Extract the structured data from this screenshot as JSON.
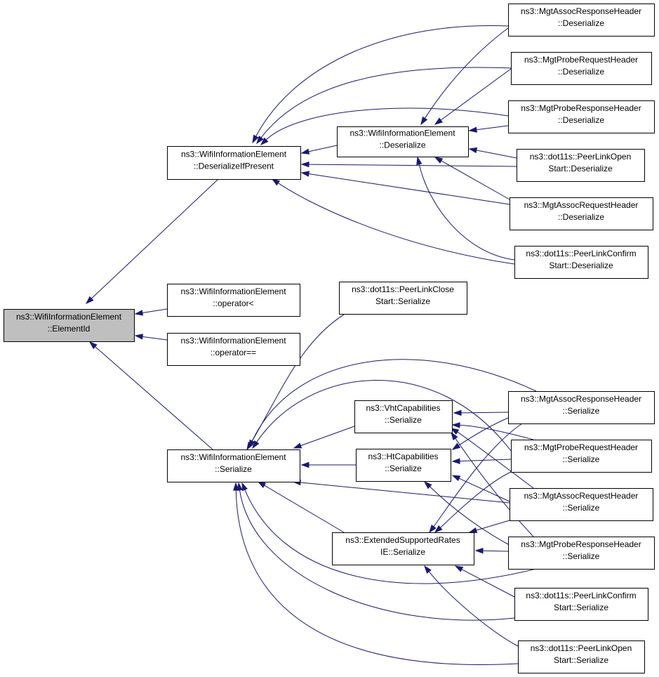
{
  "diagram": {
    "title": "",
    "colors": {
      "edge": "#191970",
      "root_fill": "#bfbfbf",
      "node_fill": "#ffffff",
      "node_border": "#000000"
    },
    "nodes": [
      {
        "id": "root",
        "lines": [
          "ns3::WifiInformationElement",
          "::ElementId"
        ]
      },
      {
        "id": "dip",
        "lines": [
          "ns3::WifiInformationElement",
          "::DeserializeIfPresent"
        ]
      },
      {
        "id": "ltop",
        "lines": [
          "ns3::WifiInformationElement",
          "::operator<"
        ]
      },
      {
        "id": "eqop",
        "lines": [
          "ns3::WifiInformationElement",
          "::operator=="
        ]
      },
      {
        "id": "ser",
        "lines": [
          "ns3::WifiInformationElement",
          "::Serialize"
        ]
      },
      {
        "id": "des",
        "lines": [
          "ns3::WifiInformationElement",
          "::Deserialize"
        ]
      },
      {
        "id": "mar_d",
        "lines": [
          "ns3::MgtAssocResponseHeader",
          "::Deserialize"
        ]
      },
      {
        "id": "mpq_d",
        "lines": [
          "ns3::MgtProbeRequestHeader",
          "::Deserialize"
        ]
      },
      {
        "id": "mpr_d",
        "lines": [
          "ns3::MgtProbeResponseHeader",
          "::Deserialize"
        ]
      },
      {
        "id": "plo_d",
        "lines": [
          "ns3::dot11s::PeerLinkOpen",
          "Start::Deserialize"
        ]
      },
      {
        "id": "maq_d",
        "lines": [
          "ns3::MgtAssocRequestHeader",
          "::Deserialize"
        ]
      },
      {
        "id": "plc_d",
        "lines": [
          "ns3::dot11s::PeerLinkConfirm",
          "Start::Deserialize"
        ]
      },
      {
        "id": "plcl_s",
        "lines": [
          "ns3::dot11s::PeerLinkClose",
          "Start::Serialize"
        ]
      },
      {
        "id": "vht",
        "lines": [
          "ns3::VhtCapabilities",
          "::Serialize"
        ]
      },
      {
        "id": "ht",
        "lines": [
          "ns3::HtCapabilities",
          "::Serialize"
        ]
      },
      {
        "id": "esr",
        "lines": [
          "ns3::ExtendedSupportedRates",
          "IE::Serialize"
        ]
      },
      {
        "id": "mar_s",
        "lines": [
          "ns3::MgtAssocResponseHeader",
          "::Serialize"
        ]
      },
      {
        "id": "mpq_s",
        "lines": [
          "ns3::MgtProbeRequestHeader",
          "::Serialize"
        ]
      },
      {
        "id": "maq_s",
        "lines": [
          "ns3::MgtAssocRequestHeader",
          "::Serialize"
        ]
      },
      {
        "id": "mpr_s",
        "lines": [
          "ns3::MgtProbeResponseHeader",
          "::Serialize"
        ]
      },
      {
        "id": "plc_s",
        "lines": [
          "ns3::dot11s::PeerLinkConfirm",
          "Start::Serialize"
        ]
      },
      {
        "id": "plo_s",
        "lines": [
          "ns3::dot11s::PeerLinkOpen",
          "Start::Serialize"
        ]
      }
    ],
    "edges": [
      {
        "from": "dip",
        "to": "root"
      },
      {
        "from": "ltop",
        "to": "root"
      },
      {
        "from": "eqop",
        "to": "root"
      },
      {
        "from": "ser",
        "to": "root"
      },
      {
        "from": "des",
        "to": "dip"
      },
      {
        "from": "mar_d",
        "to": "dip"
      },
      {
        "from": "mpq_d",
        "to": "dip"
      },
      {
        "from": "mpr_d",
        "to": "dip"
      },
      {
        "from": "plo_d",
        "to": "dip"
      },
      {
        "from": "maq_d",
        "to": "dip"
      },
      {
        "from": "plc_d",
        "to": "dip"
      },
      {
        "from": "mar_d",
        "to": "des"
      },
      {
        "from": "mpq_d",
        "to": "des"
      },
      {
        "from": "mpr_d",
        "to": "des"
      },
      {
        "from": "plo_d",
        "to": "des"
      },
      {
        "from": "maq_d",
        "to": "des"
      },
      {
        "from": "plc_d",
        "to": "des"
      },
      {
        "from": "plcl_s",
        "to": "ser"
      },
      {
        "from": "vht",
        "to": "ser"
      },
      {
        "from": "ht",
        "to": "ser"
      },
      {
        "from": "esr",
        "to": "ser"
      },
      {
        "from": "mar_s",
        "to": "ser"
      },
      {
        "from": "mpq_s",
        "to": "ser"
      },
      {
        "from": "maq_s",
        "to": "ser"
      },
      {
        "from": "mpr_s",
        "to": "ser"
      },
      {
        "from": "plc_s",
        "to": "ser"
      },
      {
        "from": "plo_s",
        "to": "ser"
      },
      {
        "from": "mar_s",
        "to": "vht"
      },
      {
        "from": "mpq_s",
        "to": "vht"
      },
      {
        "from": "maq_s",
        "to": "vht"
      },
      {
        "from": "mpr_s",
        "to": "vht"
      },
      {
        "from": "mar_s",
        "to": "ht"
      },
      {
        "from": "mpq_s",
        "to": "ht"
      },
      {
        "from": "maq_s",
        "to": "ht"
      },
      {
        "from": "mpr_s",
        "to": "ht"
      },
      {
        "from": "mar_s",
        "to": "esr"
      },
      {
        "from": "mpq_s",
        "to": "esr"
      },
      {
        "from": "maq_s",
        "to": "esr"
      },
      {
        "from": "mpr_s",
        "to": "esr"
      },
      {
        "from": "plc_s",
        "to": "esr"
      },
      {
        "from": "plo_s",
        "to": "esr"
      }
    ]
  }
}
